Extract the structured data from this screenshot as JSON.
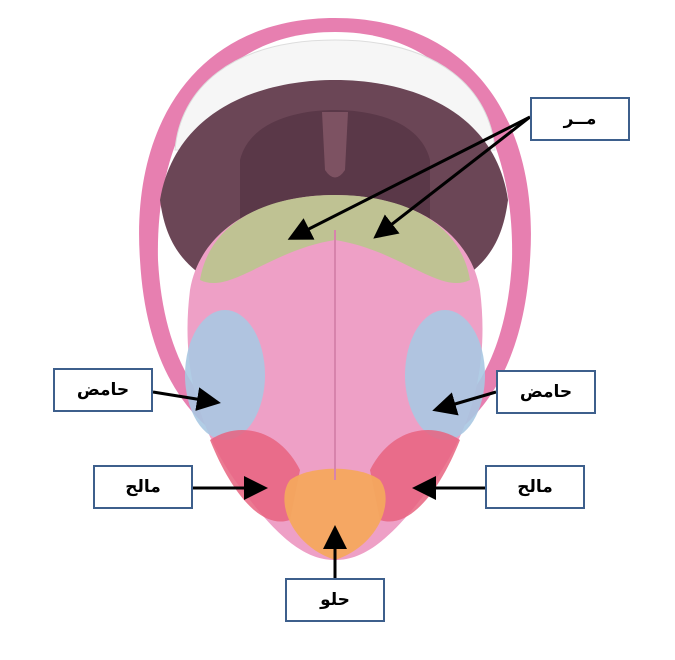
{
  "labels": {
    "bitter": "مــر",
    "sour_left": "حامض",
    "sour_right": "حامض",
    "salty_left": "مالح",
    "salty_right": "مالح",
    "sweet": "حلو"
  },
  "colors": {
    "lips": "#e77fb0",
    "throat": "#6b4656",
    "tongue": "#eea0c6",
    "bitter_zone": "#b9c58d",
    "sour_zone": "#a9c8e2",
    "salty_zone": "#e8637f",
    "sweet_zone": "#f4a85e",
    "label_border": "#3d5f8c"
  }
}
